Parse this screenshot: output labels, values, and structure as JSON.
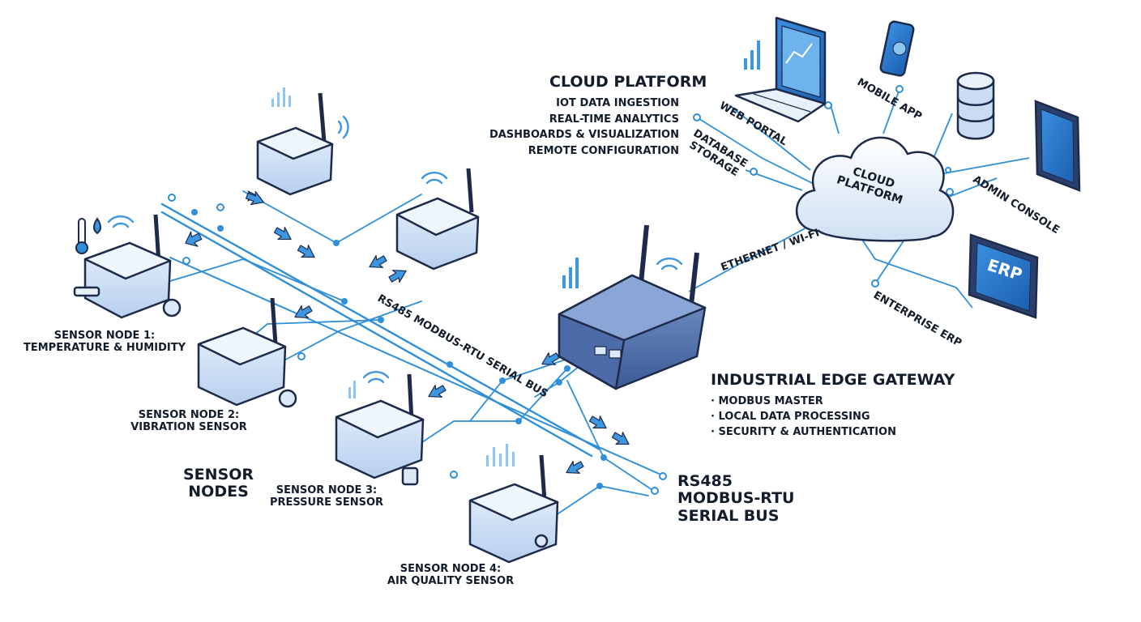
{
  "cloud_panel": {
    "title": "CLOUD PLATFORM",
    "items": [
      "IOT DATA INGESTION",
      "REAL-TIME ANALYTICS",
      "DASHBOARDS & VISUALIZATION",
      "REMOTE CONFIGURATION"
    ]
  },
  "cloud": {
    "label_line1": "CLOUD",
    "label_line2": "PLATFORM"
  },
  "endpoints": {
    "web_portal": "WEB PORTAL",
    "mobile_app": "MOBILE APP",
    "database_line1": "DATABASE",
    "database_line2": "STORAGE",
    "admin_console": "ADMIN CONSOLE",
    "enterprise_erp": "ENTERPRISE ERP",
    "erp_screen": "ERP"
  },
  "uplink_label": "ETHERNET / WI-FI",
  "bus_diag_label": "RS485 MODBUS-RTU SERIAL BUS",
  "bus_label": {
    "line1": "RS485",
    "line2": "MODBUS-RTU",
    "line3": "SERIAL BUS"
  },
  "gateway": {
    "title": "INDUSTRIAL EDGE GATEWAY",
    "items": [
      "· MODBUS MASTER",
      "· LOCAL DATA PROCESSING",
      "· SECURITY & AUTHENTICATION"
    ]
  },
  "sensor_group": {
    "line1": "SENSOR",
    "line2": "NODES"
  },
  "sensors": [
    {
      "line1": "SENSOR NODE 1:",
      "line2": "TEMPERATURE & HUMIDITY"
    },
    {
      "line1": "SENSOR NODE 2:",
      "line2": "VIBRATION SENSOR"
    },
    {
      "line1": "SENSOR NODE 3:",
      "line2": "PRESSURE SENSOR"
    },
    {
      "line1": "SENSOR NODE 4:",
      "line2": "AIR QUALITY SENSOR"
    }
  ],
  "colors": {
    "outline": "#1d2a4a",
    "wire": "#2f8fd8",
    "accent": "#3c97e0",
    "pale": "#dbe9f8",
    "device": "#5b7db8"
  }
}
